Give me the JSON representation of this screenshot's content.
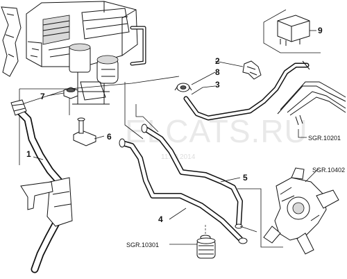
{
  "watermark": {
    "site": "ELCATS.RU",
    "date": "11.10.2014"
  },
  "callouts": [
    {
      "label": "1"
    },
    {
      "label": "2"
    },
    {
      "label": "3"
    },
    {
      "label": "4"
    },
    {
      "label": "5"
    },
    {
      "label": "6"
    },
    {
      "label": "7"
    },
    {
      "label": "8"
    },
    {
      "label": "9"
    }
  ],
  "references": [
    {
      "label": "SGR.10201"
    },
    {
      "label": "SGR.10402"
    },
    {
      "label": "SGR.10301"
    }
  ]
}
